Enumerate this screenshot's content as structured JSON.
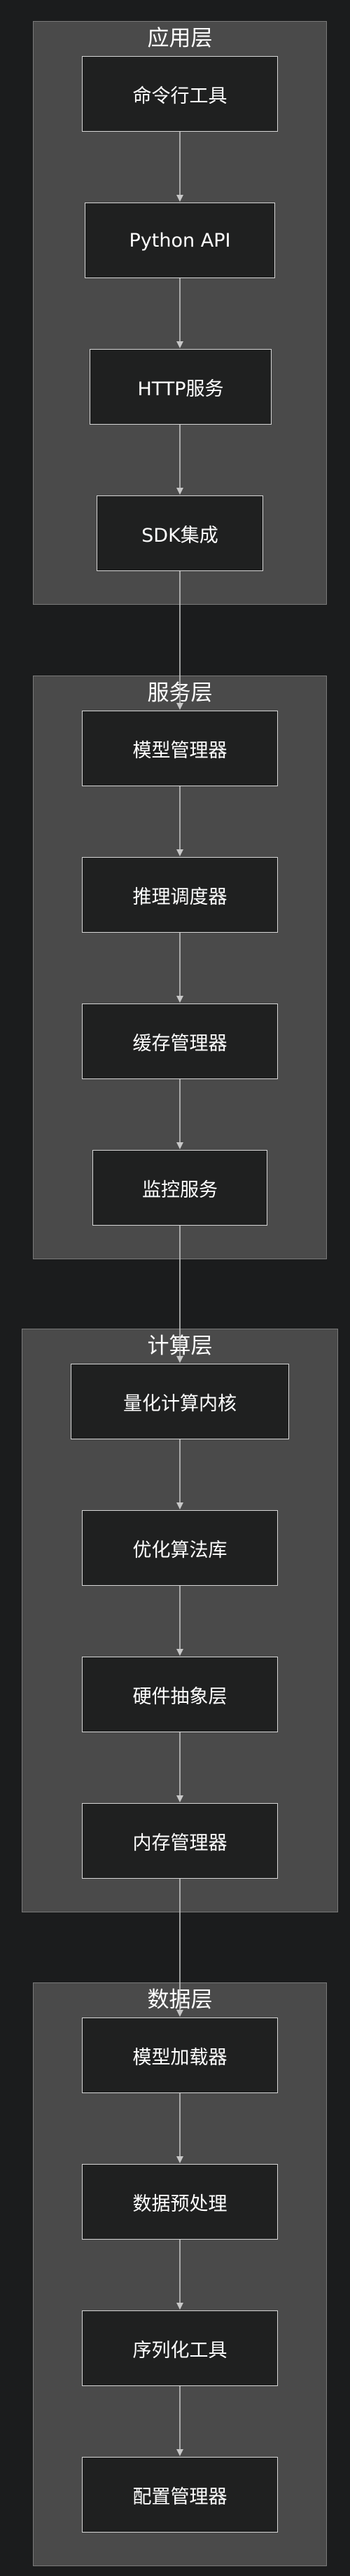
{
  "colors": {
    "background": "#1b1c1d",
    "layer_fill": "#4a4a4a",
    "layer_border": "#7a7a7a",
    "node_fill": "#1f2020",
    "node_border": "#d6d6d6",
    "edge": "#c8c8c8"
  },
  "layers": [
    {
      "title": "应用层",
      "nodes": [
        "命令行工具",
        "Python API",
        "HTTP服务",
        "SDK集成"
      ]
    },
    {
      "title": "服务层",
      "nodes": [
        "模型管理器",
        "推理调度器",
        "缓存管理器",
        "监控服务"
      ]
    },
    {
      "title": "计算层",
      "nodes": [
        "量化计算内核",
        "优化算法库",
        "硬件抽象层",
        "内存管理器"
      ]
    },
    {
      "title": "数据层",
      "nodes": [
        "模型加载器",
        "数据预处理",
        "序列化工具",
        "配置管理器"
      ]
    }
  ]
}
